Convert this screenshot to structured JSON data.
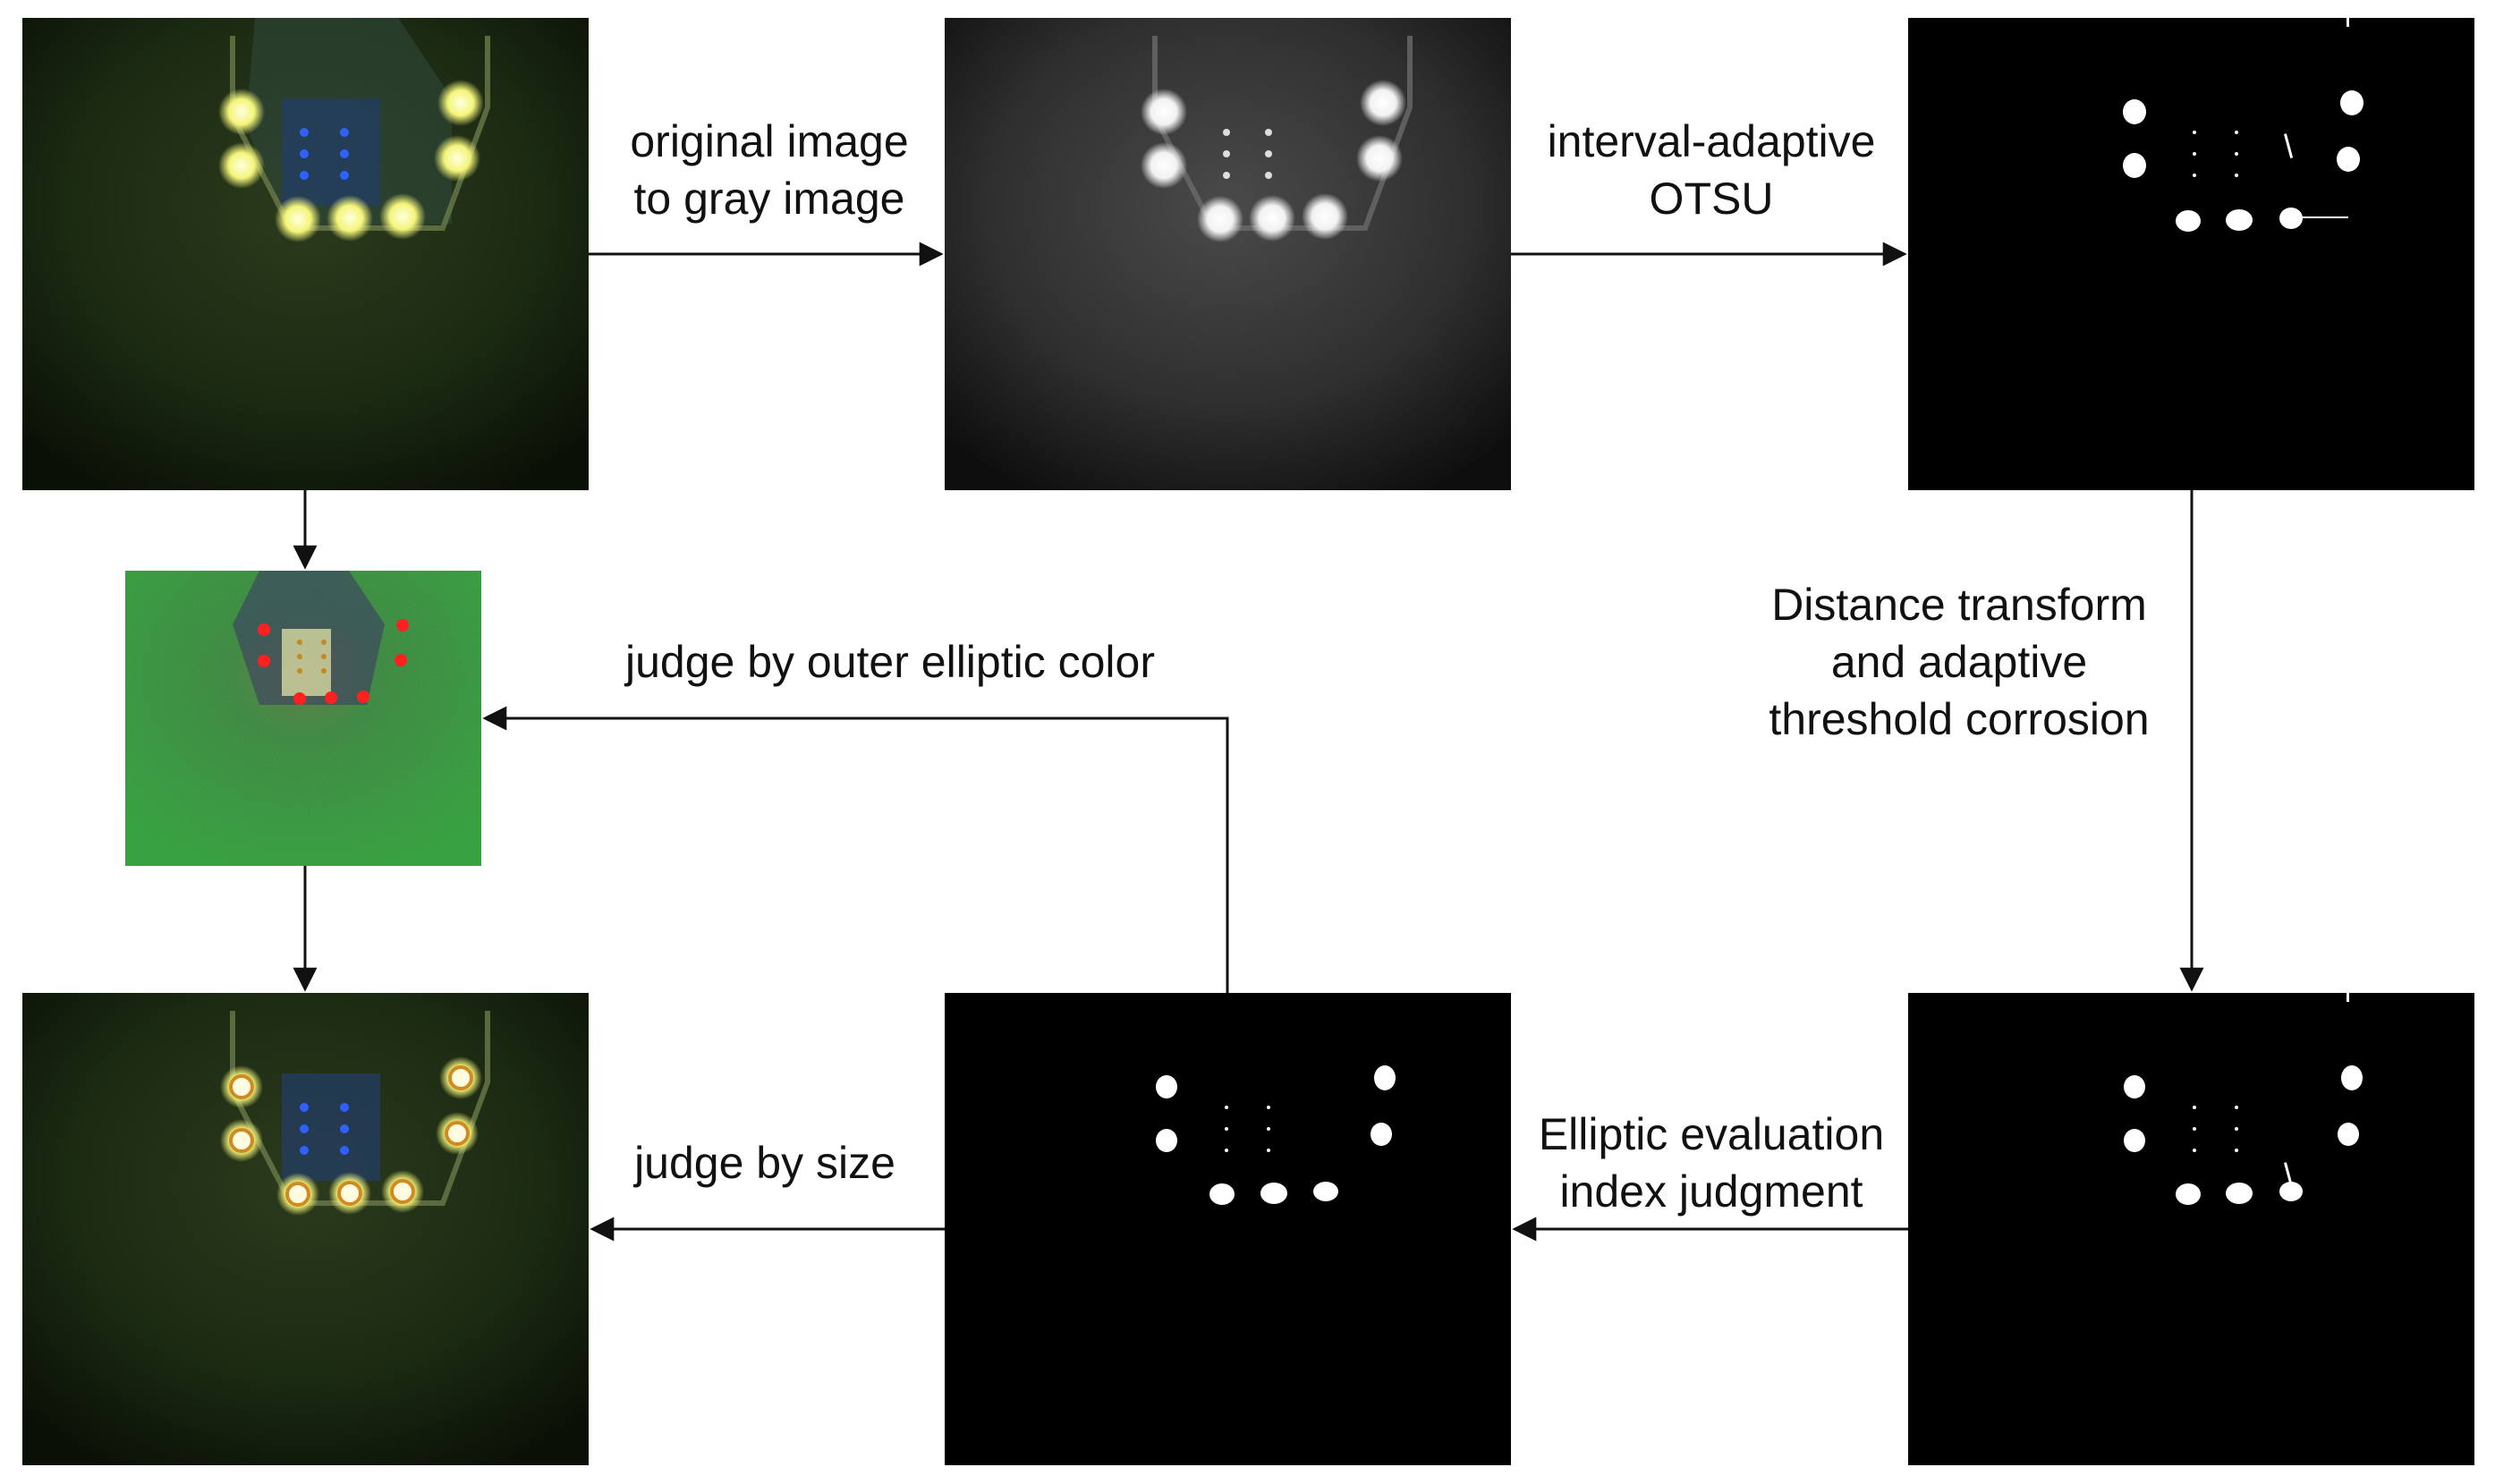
{
  "labels": {
    "to_gray": [
      "original image",
      "to gray image"
    ],
    "otsu": [
      "interval-adaptive",
      "OTSU"
    ],
    "distance": [
      "Distance transform",
      "and adaptive",
      "threshold corrosion"
    ],
    "outer_color": [
      "judge by outer elliptic color"
    ],
    "elliptic": [
      "Elliptic evaluation",
      "index judgment"
    ],
    "size": [
      "judge by size"
    ]
  },
  "colors": {
    "arrow": "#111111",
    "underwater_bg": "#1b2a12",
    "lamp_yellow": "#f4f57a",
    "marker_blue": "#3060ff",
    "color_map_green": "#2f9a35",
    "detected_red": "#ff2020",
    "result_ring": "#d08a20",
    "binary_bg": "#000000",
    "binary_fg": "#ffffff"
  }
}
